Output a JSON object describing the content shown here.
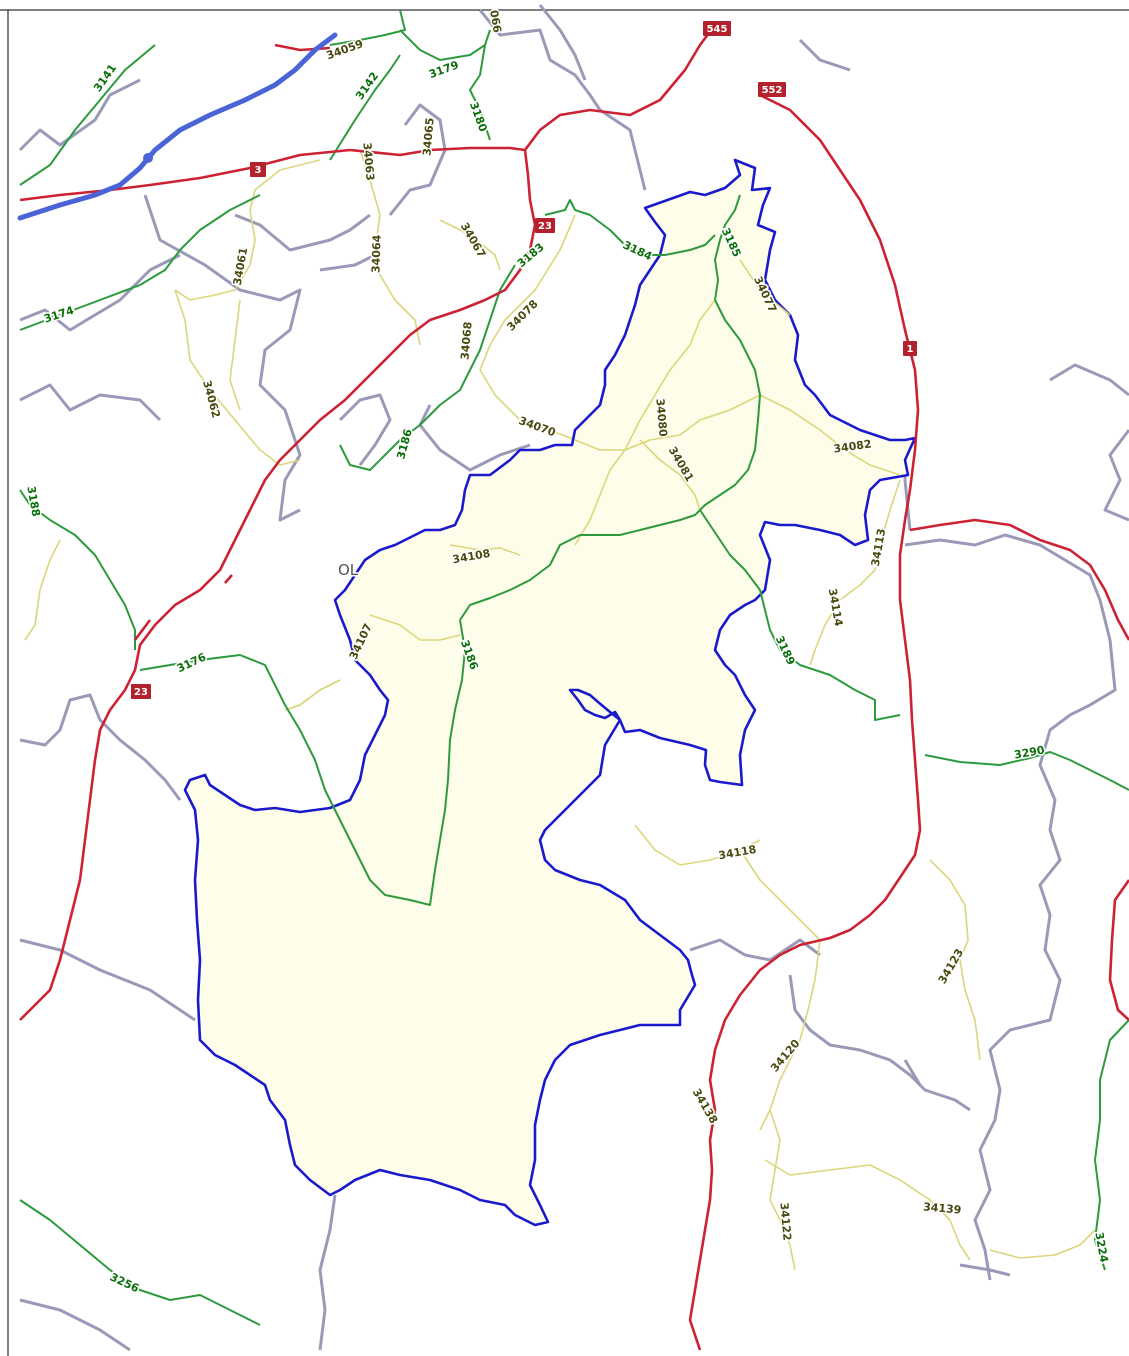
{
  "colors": {
    "background": "#ffffff",
    "region_fill": "#fdfdea",
    "region_border": "#1a1acc",
    "national_road": "#cc2233",
    "regional_road": "#2e9a3e",
    "local_road": "#dcd67a",
    "boundary": "#9a9ab8",
    "river": "#4a64d8",
    "shield_bg": "#b3222c"
  },
  "shields": [
    "545",
    "552",
    "3",
    "23",
    "1",
    "23"
  ],
  "green_labels": [
    "3141",
    "3142",
    "3179",
    "3180",
    "3174",
    "3183",
    "3184",
    "3185",
    "3186",
    "3188",
    "3176",
    "3186",
    "3189",
    "3290",
    "3256",
    "3224"
  ],
  "yellow_labels": [
    "34059",
    "34063",
    "34065",
    "34061",
    "34064",
    "34067",
    "34068",
    "34078",
    "34062",
    "34077",
    "34070",
    "34080",
    "34081",
    "34082",
    "34108",
    "34113",
    "34107",
    "34114",
    "34118",
    "34123",
    "34120",
    "34138",
    "34122",
    "34139"
  ],
  "partial_labels": [
    "066",
    "OL"
  ]
}
